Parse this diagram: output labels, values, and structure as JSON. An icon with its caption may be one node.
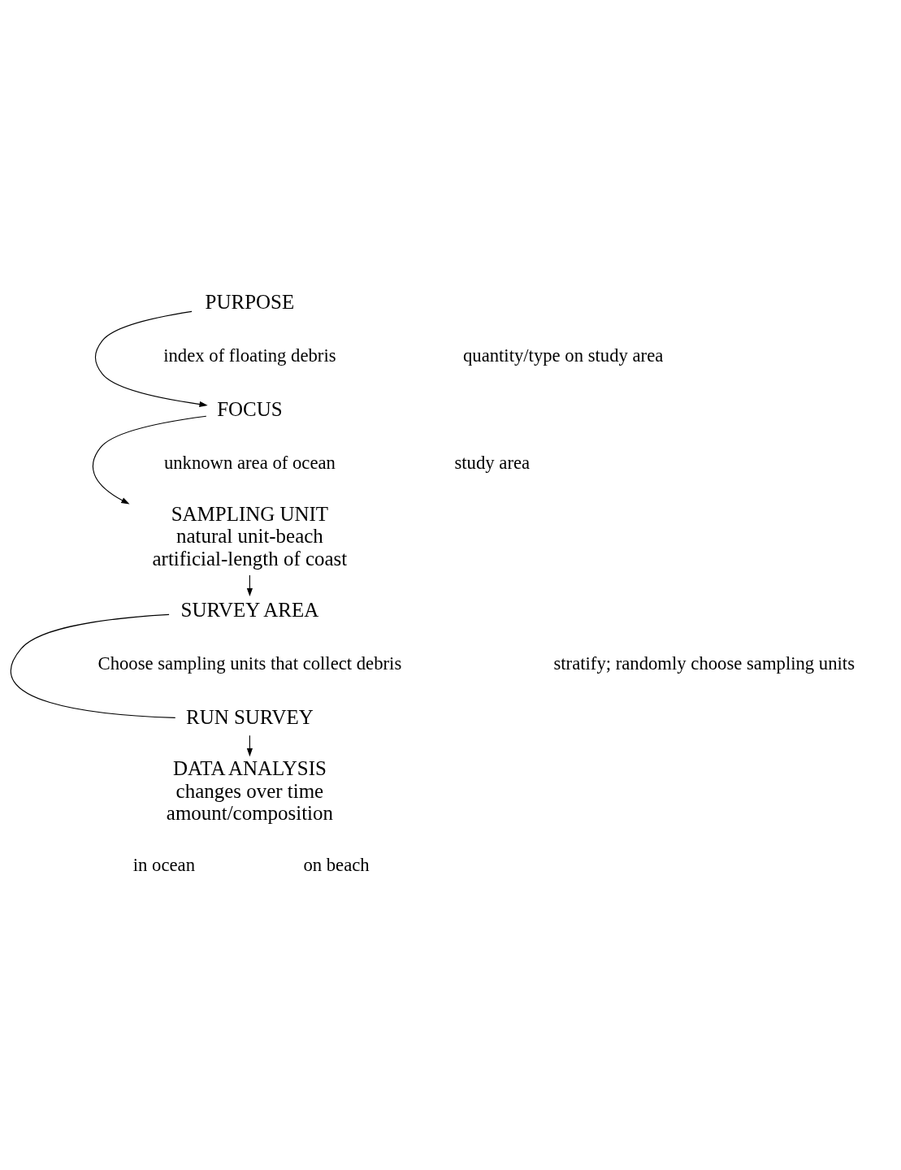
{
  "diagram": {
    "nodes": [
      {
        "text": [
          "PURPOSE"
        ]
      },
      {
        "text": [
          "FOCUS"
        ]
      },
      {
        "text": [
          "SAMPLING UNIT",
          "natural unit-beach",
          "artificial-length of coast"
        ]
      },
      {
        "text": [
          "SURVEY AREA"
        ]
      },
      {
        "text": [
          "RUN SURVEY"
        ]
      },
      {
        "text": [
          "DATA ANALYSIS",
          "changes over time",
          "amount/composition"
        ]
      }
    ],
    "edges": [
      {
        "from": 0,
        "to": 1,
        "arrow": "to"
      },
      {
        "from": 1,
        "to": 2,
        "arrow": "to"
      },
      {
        "from": 2,
        "to": 3,
        "arrow": "to"
      },
      {
        "from": 3,
        "to": 4,
        "arrow": "none"
      },
      {
        "from": 4,
        "to": 5,
        "arrow": "to"
      }
    ],
    "labels": [
      "index of floating debris",
      "quantity/type on study area",
      "unknown area of ocean",
      "study area",
      "Choose sampling units that collect debris",
      "stratify; randomly choose sampling units",
      "in ocean",
      "on beach"
    ]
  }
}
